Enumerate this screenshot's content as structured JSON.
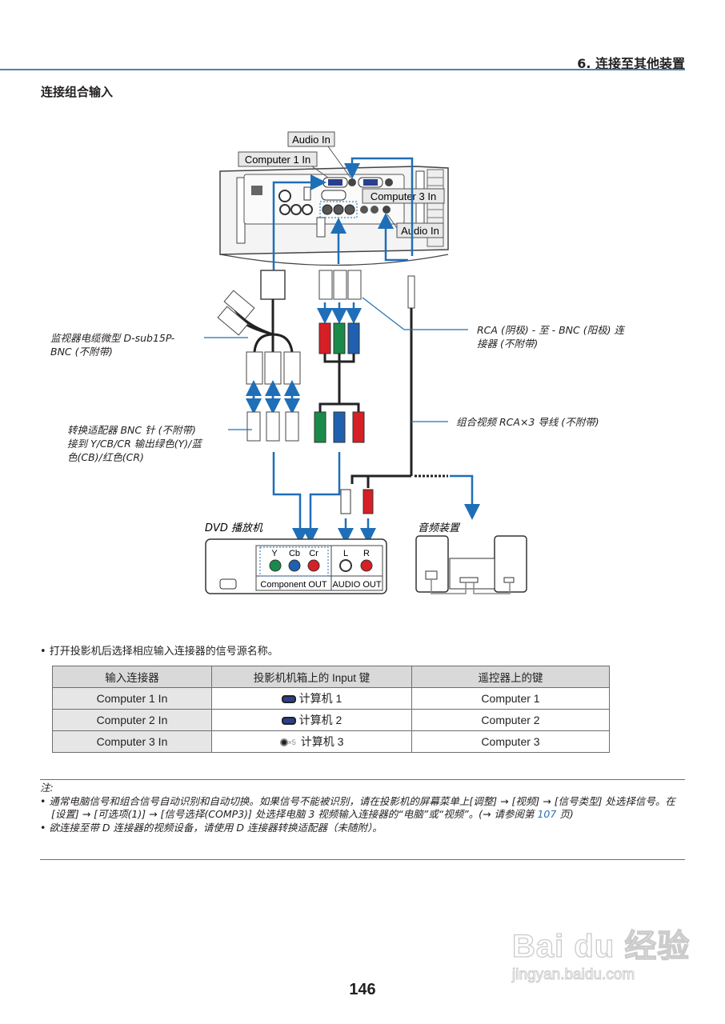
{
  "header": {
    "chapter_title": "6. 连接至其他装置",
    "section_title": "连接组合输入"
  },
  "diagram": {
    "projector_labels": {
      "audio_in_top": "Audio In",
      "computer1_in": "Computer 1 In",
      "computer3_in": "Computer 3 In",
      "audio_in_bottom": "Audio In"
    },
    "callouts": {
      "dsub_cable_line1": "监视器电缆微型 D-sub15P-",
      "dsub_cable_line2": "BNC (不附带)",
      "rca_bnc_line1": "RCA (阴极) - 至 - BNC (阳极) 连",
      "rca_bnc_line2": "接器 (不附带)",
      "adapter_line1": "转换适配器 BNC 针 (不附带)",
      "adapter_line2": "接到 Y/CB/CR 输出绿色(Y)/蓝",
      "adapter_line3": "色(CB)/红色(CR)",
      "component_cable": "组合视频 RCA×3 导线 (不附带)"
    },
    "dvd": {
      "title": "DVD 播放机",
      "y_label": "Y",
      "cb_label": "Cb",
      "cr_label": "Cr",
      "l_label": "L",
      "r_label": "R",
      "component_out": "Component OUT",
      "audio_out": "AUDIO OUT"
    },
    "audio_device": {
      "title": "音频装置"
    },
    "colors": {
      "arrow_blue": "#1f6fb8",
      "green": "#1a8a4a",
      "blue": "#2060b0",
      "red": "#d71f26"
    }
  },
  "instruction": "• 打开投影机后选择相应输入连接器的信号源名称。",
  "table": {
    "headers": [
      "输入连接器",
      "投影机机箱上的 Input 键",
      "遥控器上的键"
    ],
    "rows": [
      {
        "connector": "Computer 1 In",
        "icon": "vga-port-icon",
        "key": "计算机 1",
        "remote": "Computer 1"
      },
      {
        "connector": "Computer 2 In",
        "icon": "vga-port-icon",
        "key": "计算机 2",
        "remote": "Computer 2"
      },
      {
        "connector": "Computer 3 In",
        "icon": "bnc-x5-icon",
        "icon_suffix": "×5",
        "key": "计算机 3",
        "remote": "Computer 3"
      }
    ]
  },
  "notes": {
    "label": "注:",
    "item1_part1": "• 通常电脑信号和组合信号自动识别和自动切换。如果信号不能被识别，请在投影机的屏幕菜单上[调整] → [视频] → [信号类型] 处选择信号。在 [设置] → [可选项(1)] → [信号选择(COMP3)] 处选择电脑 3 视频输入连接器的“电脑”或“视频”。(→ 请参阅第 ",
    "item1_link": "107",
    "item1_part2": " 页)",
    "item2": "• 欲连接至带 D 连接器的视频设备，请使用 D 连接器转换适配器（未随附）。"
  },
  "footer": {
    "page_number": "146"
  },
  "watermark": {
    "brand": "Bai du 经验",
    "url": "jingyan.baidu.com"
  }
}
